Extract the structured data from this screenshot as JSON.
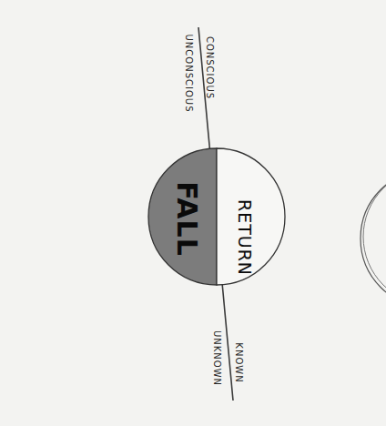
{
  "diagram": {
    "nodes": [
      {
        "text": [
          "FALL"
        ]
      },
      {
        "text": [
          "RETURN"
        ]
      }
    ],
    "labels": [
      "CONSCIOUS",
      "UNCONSCIOUS",
      "KNOWN",
      "UNKNOWN"
    ]
  }
}
